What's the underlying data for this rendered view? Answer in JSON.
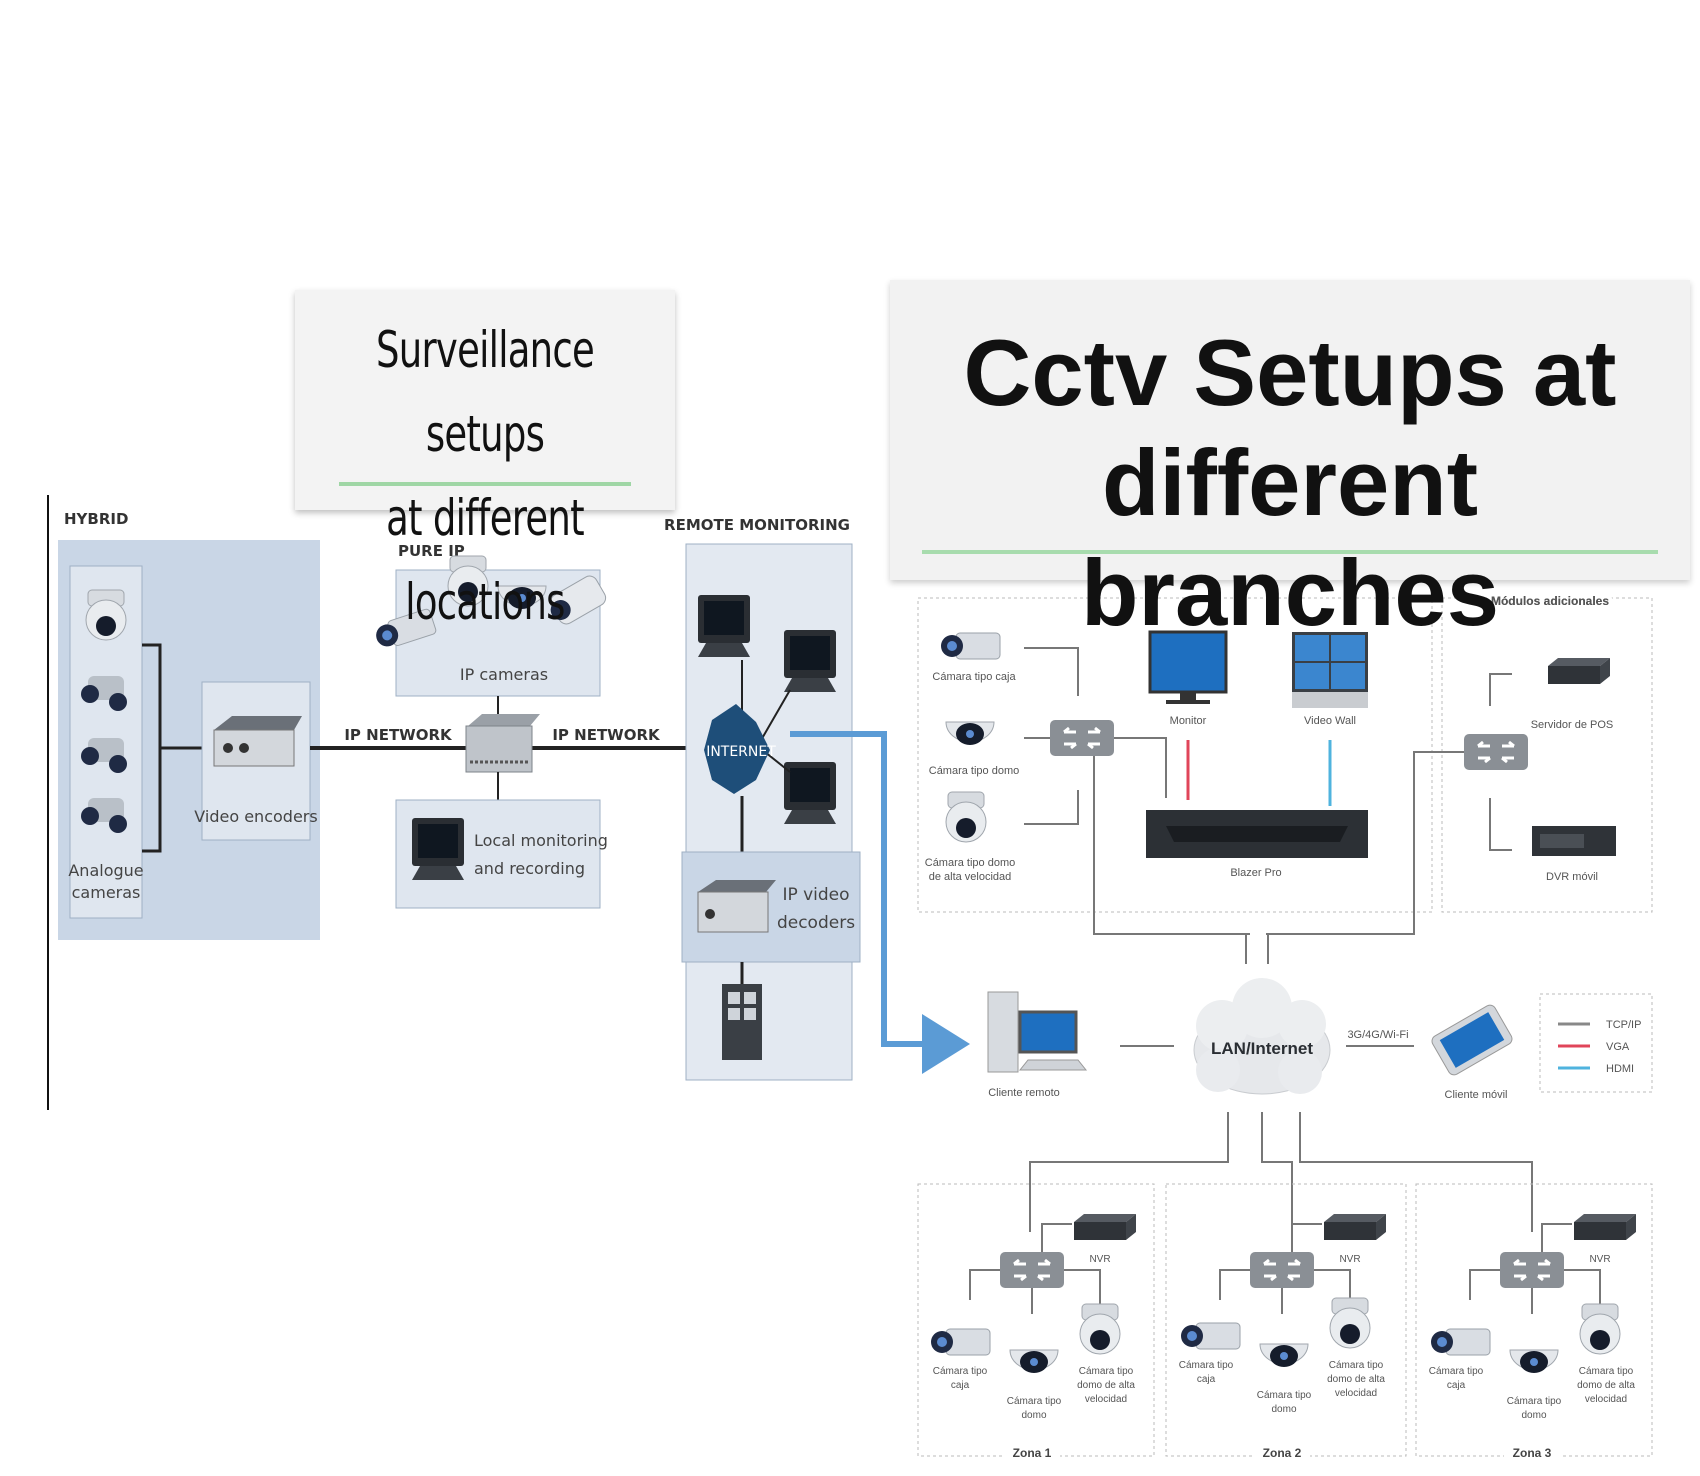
{
  "left_diagram": {
    "callout_line1": "Surveillance setups",
    "callout_line2": "at different locations",
    "hybrid_label": "HYBRID",
    "analogue_cameras_line1": "Analogue",
    "analogue_cameras_line2": "cameras",
    "video_encoders": "Video encoders",
    "pure_ip_label": "PURE IP",
    "ip_cameras": "IP cameras",
    "ip_network_left": "IP NETWORK",
    "ip_network_right": "IP NETWORK",
    "local_monitoring_line1": "Local monitoring",
    "local_monitoring_line2": "and recording",
    "remote_monitoring_label": "REMOTE MONITORING",
    "internet": "INTERNET",
    "ip_video_decoders_line1": "IP video",
    "ip_video_decoders_line2": "decoders"
  },
  "right_diagram": {
    "callout_line1": "Cctv Setups at",
    "callout_line2": "different branches",
    "camara_caja": "Cámara tipo caja",
    "camara_domo": "Cámara tipo domo",
    "camara_alta_line1": "Cámara tipo domo",
    "camara_alta_line2": "de alta velocidad",
    "monitor": "Monitor",
    "video_wall": "Video Wall",
    "blazer_pro": "Blazer Pro",
    "modulos_adicionales": "Módulos adicionales",
    "servidor_pos": "Servidor de POS",
    "dvr_movil": "DVR móvil",
    "cliente_remoto": "Cliente remoto",
    "lan_internet": "LAN/Internet",
    "conn_3g": "3G/4G/Wi-Fi",
    "cliente_movil": "Cliente móvil",
    "legend_tcp": "TCP/IP",
    "legend_vga": "VGA",
    "legend_hdmi": "HDMI",
    "nvr": "NVR",
    "zone_cam_caja_line1": "Cámara tipo",
    "zone_cam_caja_line2": "caja",
    "zone_cam_domo_line1": "Cámara tipo",
    "zone_cam_domo_line2": "domo",
    "zone_cam_alta_line1": "Cámara tipo",
    "zone_cam_alta_line2": "domo de alta",
    "zone_cam_alta_line3": "velocidad",
    "zona1": "Zona 1",
    "zona2": "Zona 2",
    "zona3": "Zona 3"
  },
  "colors": {
    "panel_blue": "#c9d6e6",
    "arrow_blue": "#5b9bd5",
    "internet_navy": "#1e4e79",
    "vga_red": "#e0455a",
    "hdmi_blue": "#4fb3de",
    "rule_green": "#9fd6a5"
  }
}
